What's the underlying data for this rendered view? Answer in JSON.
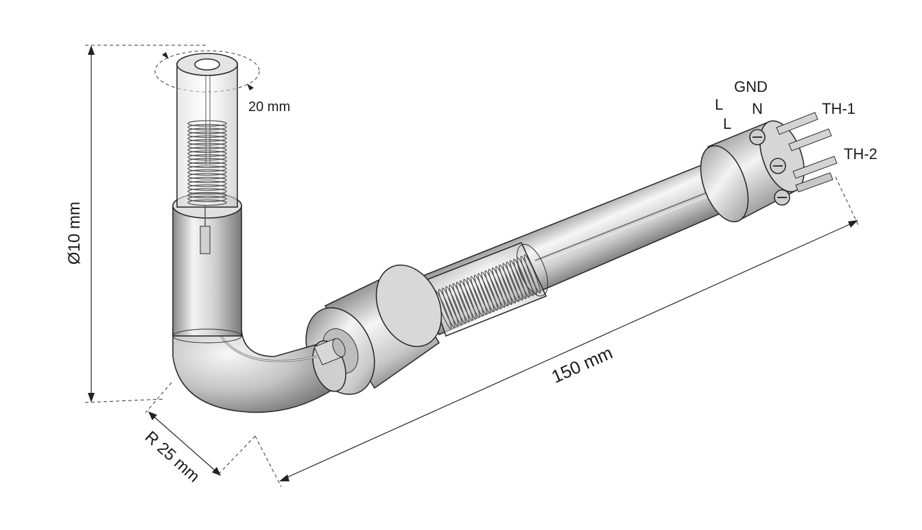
{
  "labels": {
    "diameter": "Ø10 mm",
    "tip_width": "20 mm",
    "length": "150 mm",
    "bend_radius": "R 25 mm",
    "terminal_L_top": "L",
    "terminal_GND": "GND",
    "terminal_N": "N",
    "terminal_L_bottom": "L",
    "thermocouple_1": "TH-1",
    "thermocouple_2": "TH-2"
  },
  "colors": {
    "metal_light": "#f2f2f2",
    "metal_mid": "#bdbdbd",
    "metal_dark": "#6e6e6e",
    "coil": "#555555",
    "line": "#222222"
  }
}
